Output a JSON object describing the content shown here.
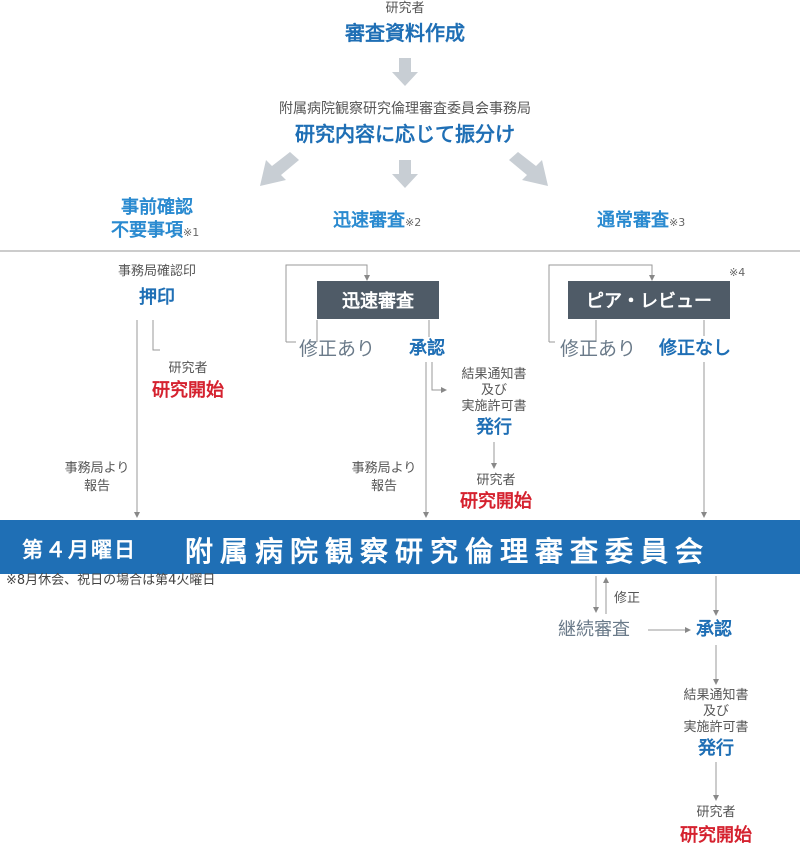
{
  "top": {
    "researcher_label": "研究者",
    "create_docs": "審査資料作成",
    "office_label": "附属病院観察研究倫理審査委員会事務局",
    "assign": "研究内容に応じて振分け"
  },
  "categories": {
    "no_confirm_line1": "事前確認",
    "no_confirm_line2": "不要事項",
    "note1": "※1",
    "expedited": "迅速審査",
    "note2": "※2",
    "regular": "通常審査",
    "note3": "※3"
  },
  "left": {
    "office_seal_label": "事務局確認印",
    "seal": "押印",
    "researcher_label": "研究者",
    "start": "研究開始",
    "report_line1": "事務局より",
    "report_line2": "報告"
  },
  "middle": {
    "box": "迅速審査",
    "revise": "修正あり",
    "approve": "承認",
    "notice_line1": "結果通知書",
    "notice_line2": "及び",
    "notice_line3": "実施許可書",
    "issue": "発行",
    "researcher_label": "研究者",
    "start": "研究開始",
    "report_line1": "事務局より",
    "report_line2": "報告"
  },
  "right": {
    "box": "ピア・レビュー",
    "note4": "※4",
    "revise": "修正あり",
    "no_revise": "修正なし"
  },
  "banner": {
    "date": "第４月曜日",
    "committee": "附属病院観察研究倫理審査委員会"
  },
  "footnote": "※8月休会、祝日の場合は第4火曜日",
  "bottom": {
    "revision": "修正",
    "continued": "継続審査",
    "approve": "承認",
    "notice_line1": "結果通知書",
    "notice_line2": "及び",
    "notice_line3": "実施許可書",
    "issue": "発行",
    "researcher_label": "研究者",
    "start": "研究開始"
  },
  "colors": {
    "blue": "#1f6fb5",
    "light_blue": "#2a8ad0",
    "red": "#d5222f",
    "box_gray": "#4f5b67",
    "slate": "#6a7a89",
    "arrow_gray": "#c8ced4",
    "line": "#999999"
  }
}
